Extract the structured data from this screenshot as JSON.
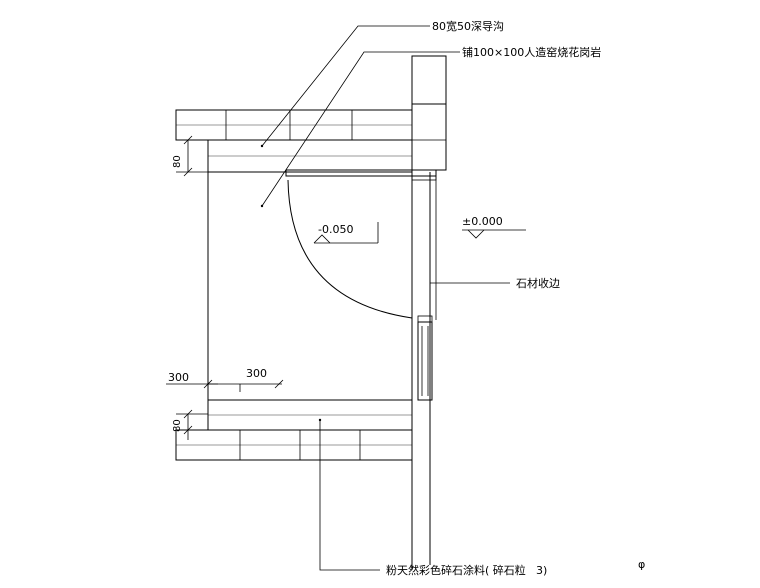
{
  "labels": {
    "drain": "80宽50深导沟",
    "paving": "铺100×100人造窑烧花岗岩",
    "elev_neg": "-0.050",
    "elev_zero": "±0.000",
    "edge": "石材收边",
    "coating": "粉天然彩色碎石涂料( 碎石粒",
    "coating_tail": "3)",
    "dim_80_top": "80",
    "dim_80_bot": "80",
    "dim_300_left": "300",
    "dim_300_mid": "300",
    "corner_mark": "φ"
  }
}
